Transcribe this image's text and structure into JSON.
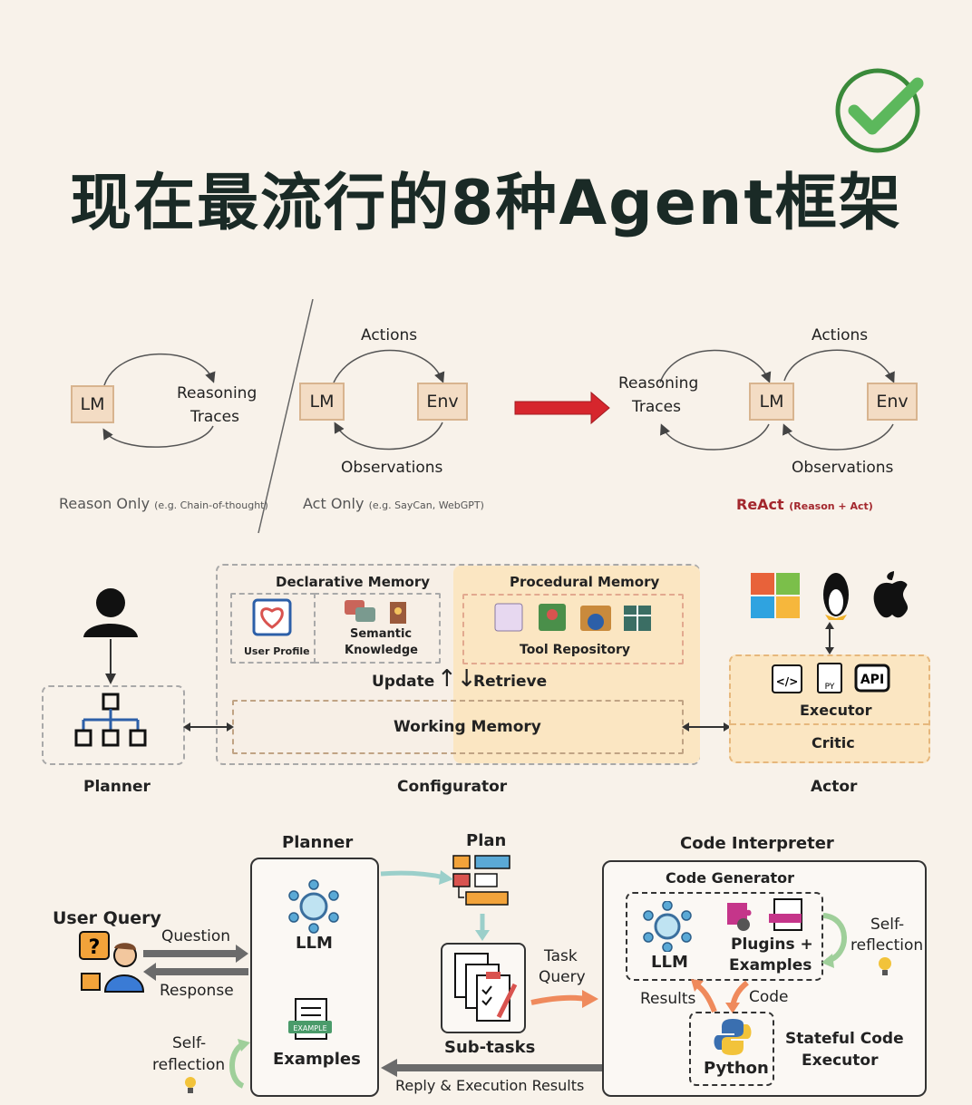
{
  "title": "现在最流行的8种Agent框架",
  "react_section": {
    "reason_only": {
      "lm": "LM",
      "reasoning": "Reasoning",
      "traces": "Traces",
      "caption": "Reason Only",
      "caption_small": "(e.g. Chain-of-thought)"
    },
    "act_only": {
      "actions": "Actions",
      "lm": "LM",
      "env": "Env",
      "observations": "Observations",
      "caption": "Act Only",
      "caption_small": "(e.g. SayCan, WebGPT)"
    },
    "react": {
      "reasoning": "Reasoning",
      "traces": "Traces",
      "actions": "Actions",
      "lm": "LM",
      "env": "Env",
      "observations": "Observations",
      "caption": "ReAct",
      "caption_small": "(Reason + Act)"
    }
  },
  "os_section": {
    "declarative_memory": "Declarative Memory",
    "user_profile": "User Profile",
    "semantic": "Semantic",
    "knowledge": "Knowledge",
    "procedural_memory": "Procedural Memory",
    "tool_repository": "Tool Repository",
    "update": "Update",
    "retrieve": "Retrieve",
    "working_memory": "Working Memory",
    "executor": "Executor",
    "critic": "Critic",
    "planner": "Planner",
    "configurator": "Configurator",
    "actor": "Actor"
  },
  "code_section": {
    "planner_title": "Planner",
    "llm": "LLM",
    "examples": "Examples",
    "plan": "Plan",
    "sub_tasks": "Sub-tasks",
    "user_query": "User Query",
    "question": "Question",
    "response": "Response",
    "self": "Self-",
    "reflection": "reflection",
    "task": "Task",
    "query": "Query",
    "code_interpreter": "Code Interpreter",
    "code_generator": "Code Generator",
    "ci_llm": "LLM",
    "plugins": "Plugins +",
    "plugins_examples": "Examples",
    "results": "Results",
    "code": "Code",
    "python": "Python",
    "stateful": "Stateful Code",
    "executor": "Executor",
    "reply": "Reply & Execution Results"
  }
}
